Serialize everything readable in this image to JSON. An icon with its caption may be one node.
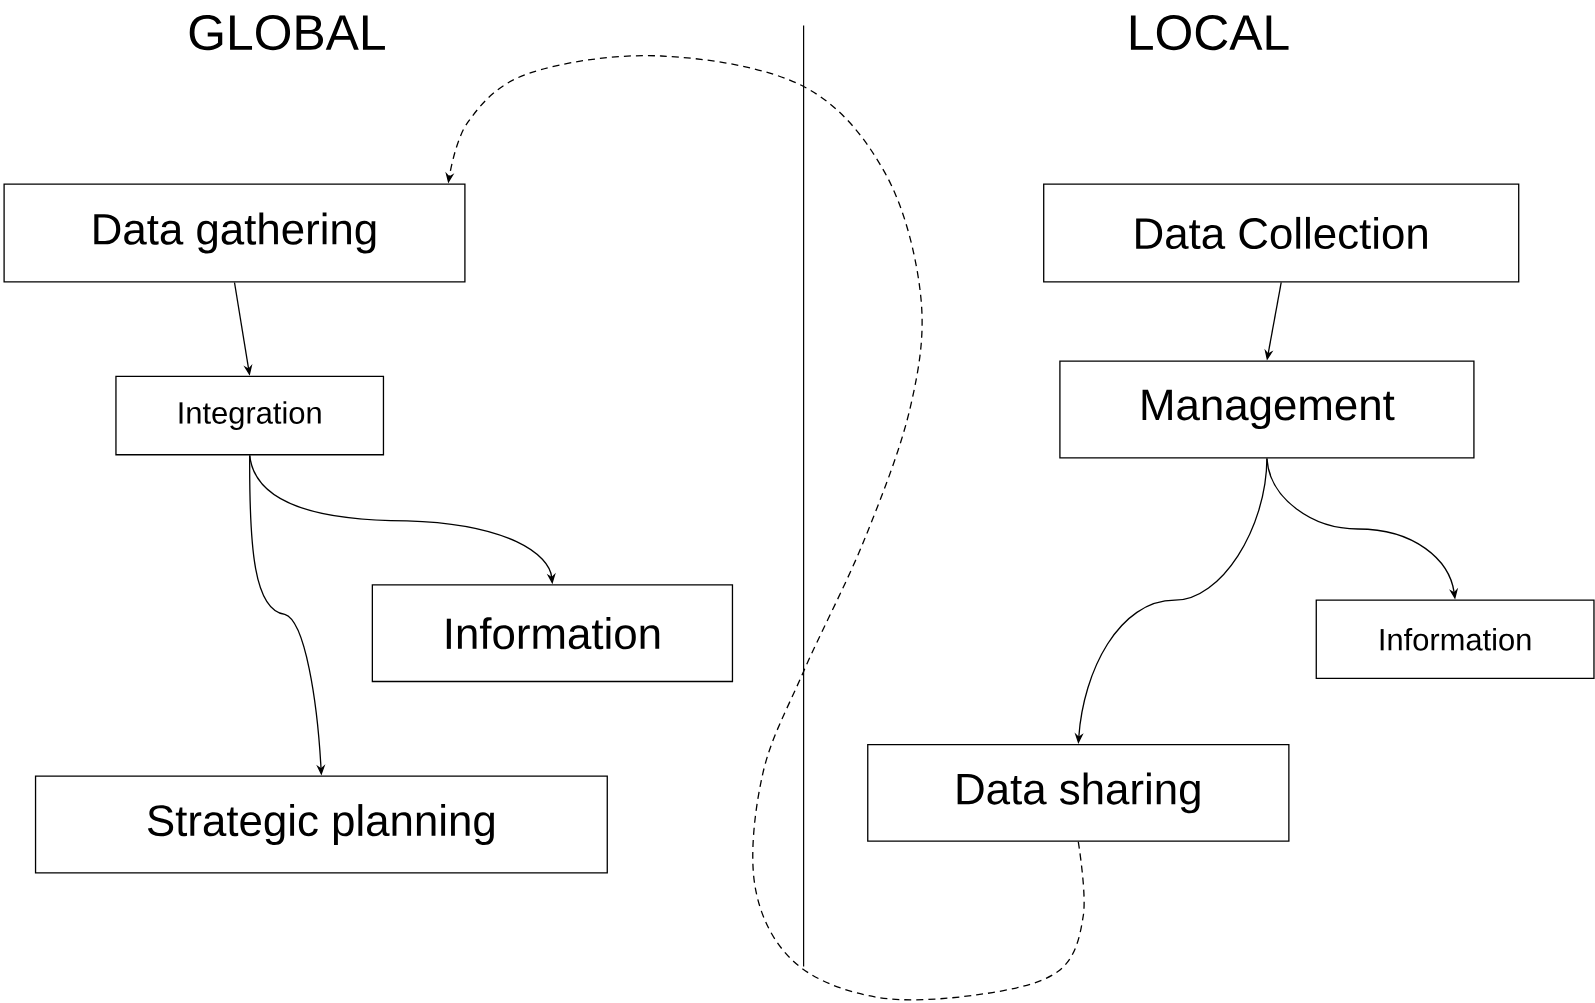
{
  "diagram": {
    "nodes": [
      {
        "text": [
          "Data gathering"
        ]
      },
      {
        "text": [
          "Integration"
        ]
      },
      {
        "text": [
          "Information"
        ]
      },
      {
        "text": [
          "Strategic planning"
        ]
      },
      {
        "text": [
          "Data Collection"
        ]
      },
      {
        "text": [
          "Management"
        ]
      },
      {
        "text": [
          "Information"
        ]
      },
      {
        "text": [
          "Data sharing"
        ]
      }
    ],
    "edges": [
      {
        "from": 0,
        "to": 1,
        "arrow": "to"
      },
      {
        "from": 1,
        "to": 2,
        "arrow": "to"
      },
      {
        "from": 1,
        "to": 3,
        "arrow": "to"
      },
      {
        "from": 4,
        "to": 5,
        "arrow": "to"
      },
      {
        "from": 5,
        "to": 6,
        "arrow": "to"
      },
      {
        "from": 5,
        "to": 7,
        "arrow": "to"
      },
      {
        "from": 7,
        "to": 0,
        "arrow": "to",
        "style": "dashed"
      }
    ],
    "labels": [
      "GLOBAL",
      "LOCAL"
    ]
  }
}
